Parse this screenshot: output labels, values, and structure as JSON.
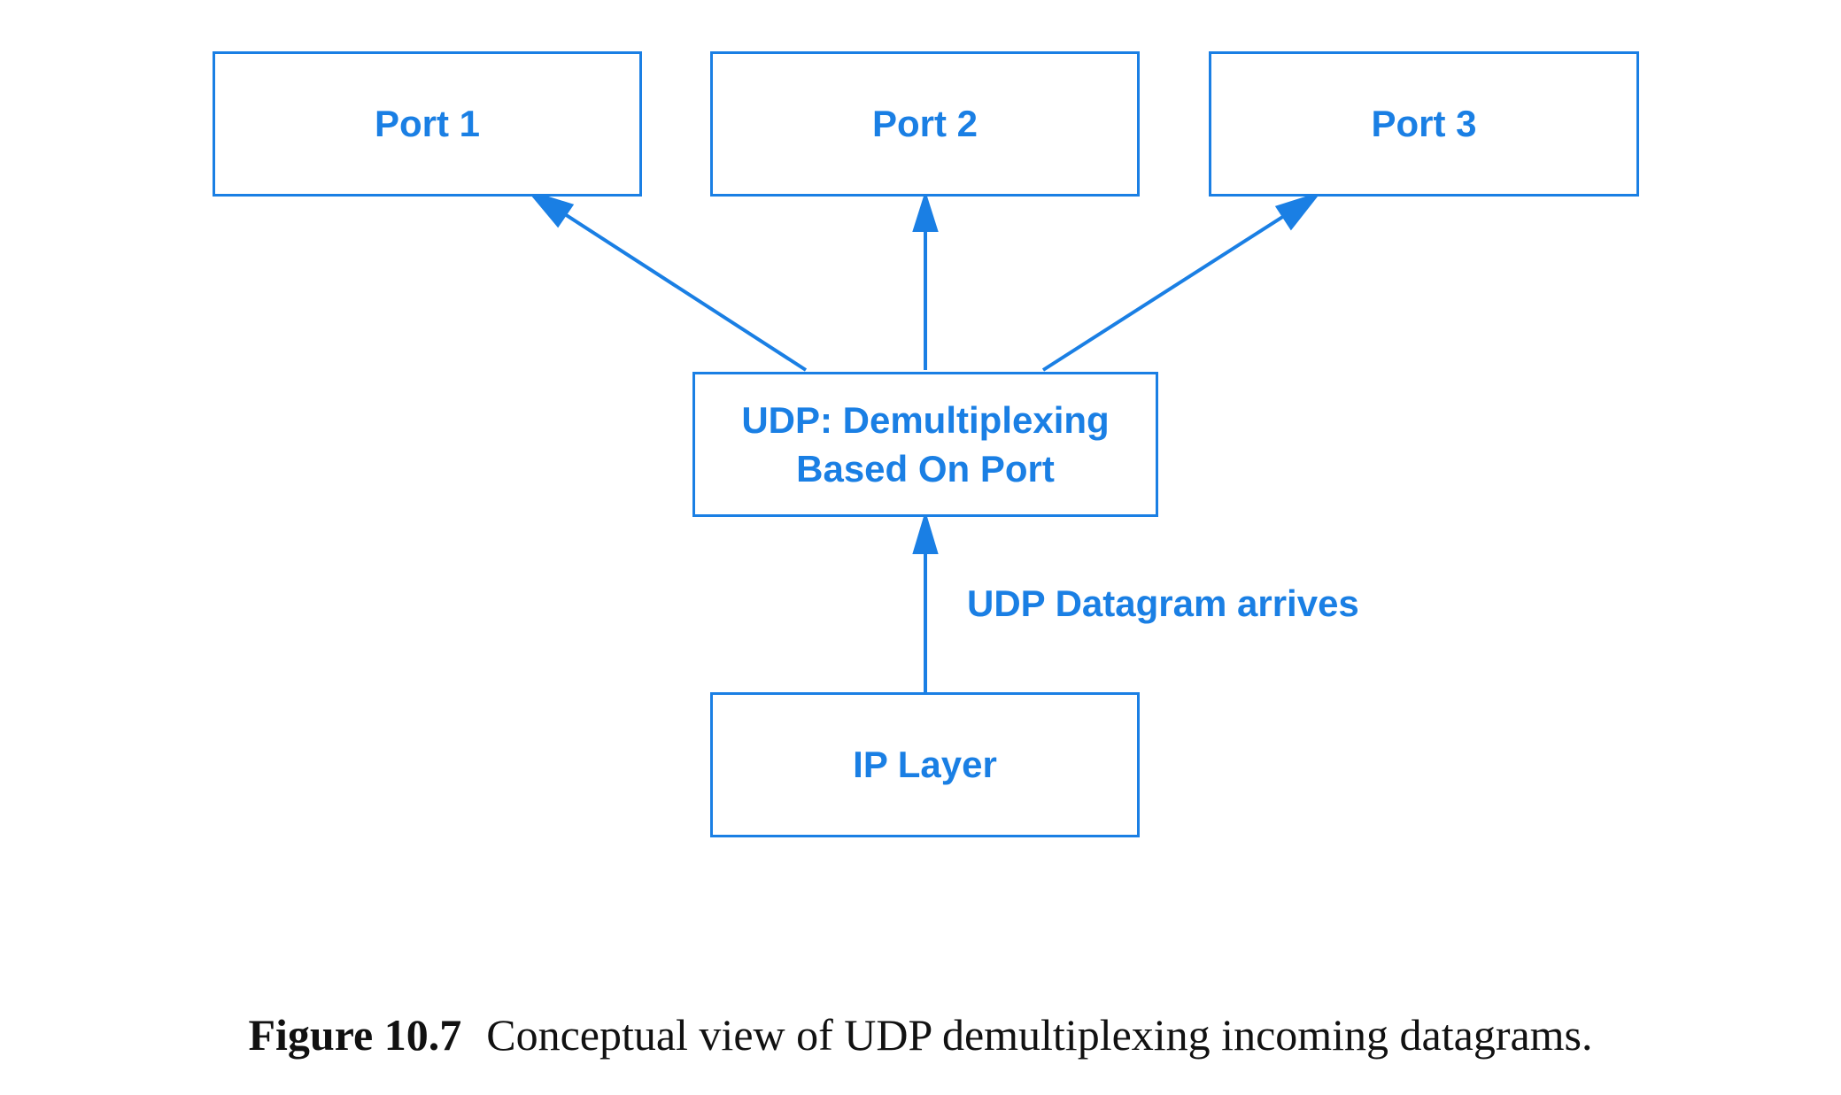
{
  "colors": {
    "diagram": "#1a7fe4",
    "caption_text": "#111111",
    "background": "#ffffff"
  },
  "diagram": {
    "ports": [
      {
        "label": "Port 1"
      },
      {
        "label": "Port 2"
      },
      {
        "label": "Port 3"
      }
    ],
    "udp_box": {
      "line1": "UDP: Demultiplexing",
      "line2": "Based On Port"
    },
    "ip_box": {
      "label": "IP Layer"
    },
    "arrival_label": "UDP Datagram arrives"
  },
  "caption": {
    "number": "Figure 10.7",
    "text": "Conceptual view of UDP demultiplexing incoming datagrams."
  }
}
